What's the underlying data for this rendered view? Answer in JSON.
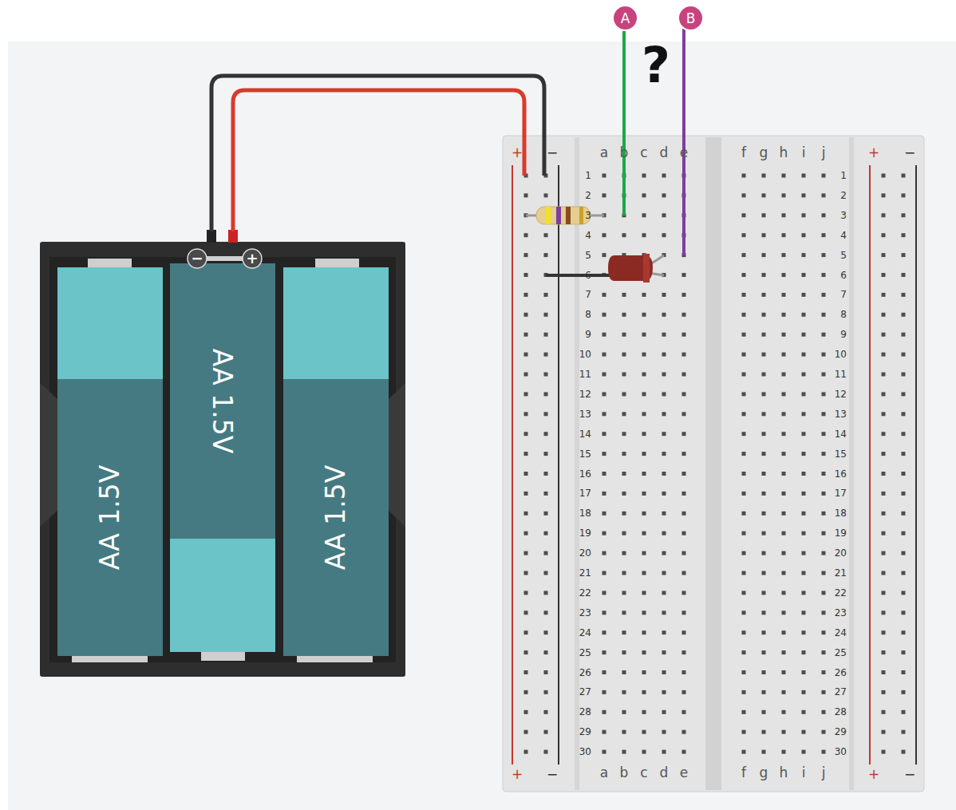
{
  "diagram": {
    "nodes": [
      {
        "text": [
          "A"
        ]
      },
      {
        "text": [
          "B"
        ]
      },
      {
        "text": [
          "AA 1.5V"
        ]
      },
      {
        "text": [
          "AA 1.5V"
        ]
      },
      {
        "text": [
          "AA 1.5V"
        ]
      }
    ],
    "labels": [
      "?",
      "−",
      "+",
      "+",
      "−",
      "a",
      "b",
      "c",
      "d",
      "e",
      "f",
      "g",
      "h",
      "i",
      "j",
      "+",
      "−",
      "1",
      "2",
      "3",
      "4",
      "5",
      "6",
      "7",
      "8",
      "9",
      "10",
      "11",
      "12",
      "13",
      "14",
      "15",
      "16",
      "17",
      "18",
      "19",
      "20",
      "21",
      "22",
      "23",
      "24",
      "25",
      "26",
      "27",
      "28",
      "29",
      "30",
      "1",
      "2",
      "3",
      "4",
      "5",
      "6",
      "7",
      "8",
      "9",
      "10",
      "11",
      "12",
      "13",
      "14",
      "15",
      "16",
      "17",
      "18",
      "19",
      "20",
      "21",
      "22",
      "23",
      "24",
      "25",
      "26",
      "27",
      "28",
      "29",
      "30",
      "a",
      "b",
      "c",
      "d",
      "e",
      "f",
      "g",
      "h",
      "i",
      "j",
      "+",
      "−",
      "+",
      "−"
    ]
  }
}
